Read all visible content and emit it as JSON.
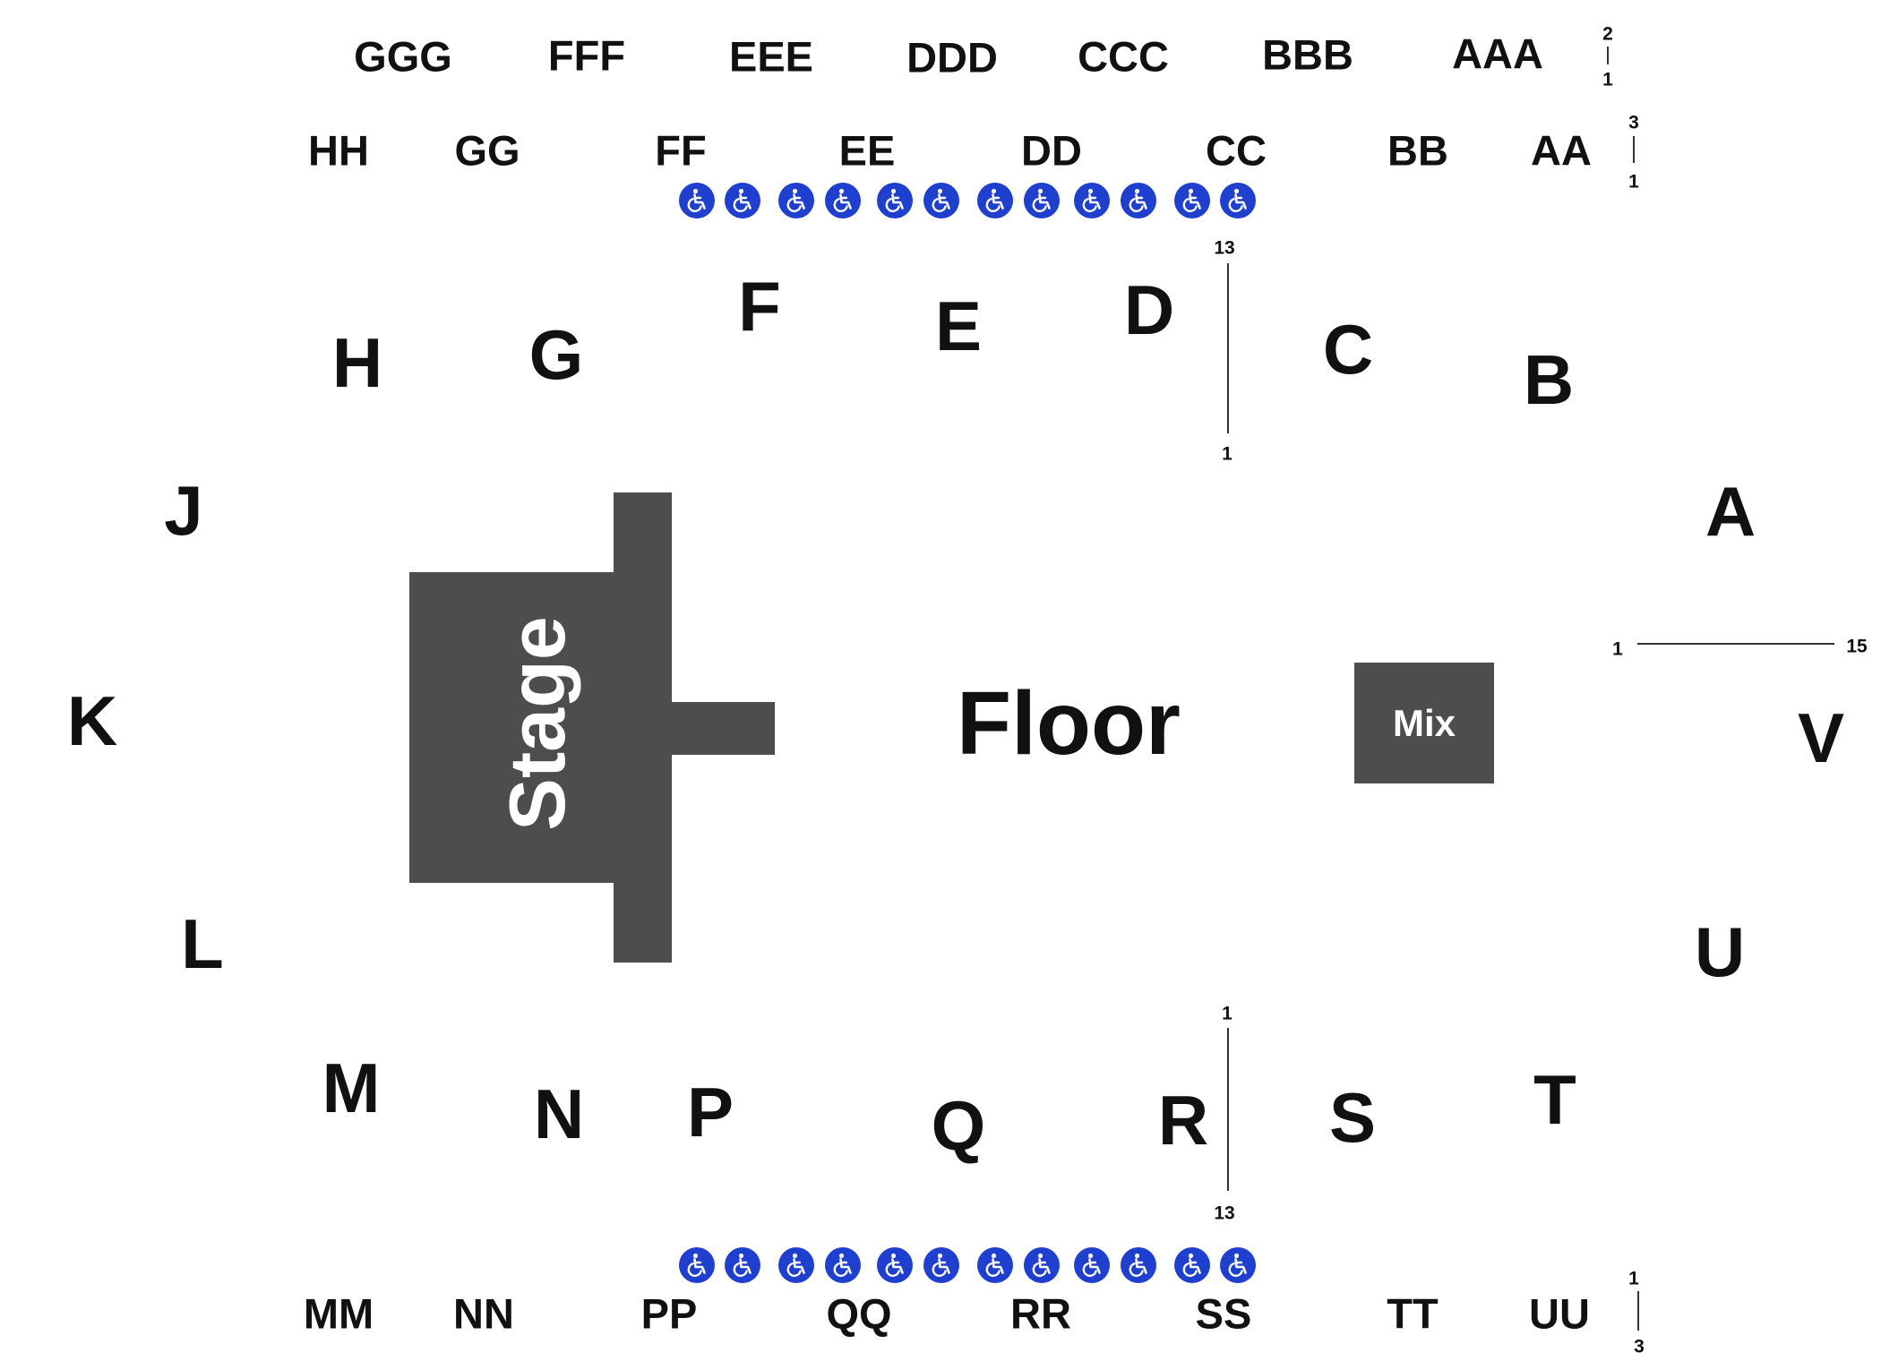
{
  "upper_rings": {
    "top_outer": [
      {
        "label": "GGG"
      },
      {
        "label": "FFF"
      },
      {
        "label": "EEE"
      },
      {
        "label": "DDD"
      },
      {
        "label": "CCC"
      },
      {
        "label": "BBB"
      },
      {
        "label": "AAA"
      }
    ],
    "top_inner": [
      {
        "label": "HH"
      },
      {
        "label": "GG"
      },
      {
        "label": "FF"
      },
      {
        "label": "EE"
      },
      {
        "label": "DD"
      },
      {
        "label": "CC"
      },
      {
        "label": "BB"
      },
      {
        "label": "AA"
      }
    ],
    "bottom_inner": [
      {
        "label": "MM"
      },
      {
        "label": "NN"
      },
      {
        "label": "PP"
      },
      {
        "label": "QQ"
      },
      {
        "label": "RR"
      },
      {
        "label": "SS"
      },
      {
        "label": "TT"
      },
      {
        "label": "UU"
      }
    ]
  },
  "lower_sections": {
    "north": [
      {
        "label": "H"
      },
      {
        "label": "G"
      },
      {
        "label": "F"
      },
      {
        "label": "E"
      },
      {
        "label": "D"
      },
      {
        "label": "C"
      },
      {
        "label": "B"
      }
    ],
    "west": [
      {
        "label": "J"
      },
      {
        "label": "K"
      },
      {
        "label": "L"
      }
    ],
    "east": [
      {
        "label": "A"
      },
      {
        "label": "V"
      },
      {
        "label": "U"
      }
    ],
    "south": [
      {
        "label": "M"
      },
      {
        "label": "N"
      },
      {
        "label": "P"
      },
      {
        "label": "Q"
      },
      {
        "label": "R"
      },
      {
        "label": "S"
      },
      {
        "label": "T"
      }
    ]
  },
  "row_indicators": {
    "aaa_rows": {
      "top": "2",
      "bottom": "1"
    },
    "aa_rows": {
      "top": "3",
      "bottom": "1"
    },
    "d_rows": {
      "top": "13",
      "bottom": "1"
    },
    "a_rows": {
      "left": "1",
      "right": "15"
    },
    "r_rows": {
      "top": "1",
      "bottom": "13"
    },
    "uu_rows": {
      "top": "1",
      "bottom": "3"
    }
  },
  "stage": {
    "label": "Stage",
    "color": "#4d4d4d"
  },
  "floor": {
    "label": "Floor"
  },
  "mix": {
    "label": "Mix",
    "color": "#4d4d4d"
  },
  "accessible_seating": {
    "icon": "wheelchair-icon",
    "color": "#1f3fcf",
    "top_count": 12,
    "bottom_count": 12
  }
}
